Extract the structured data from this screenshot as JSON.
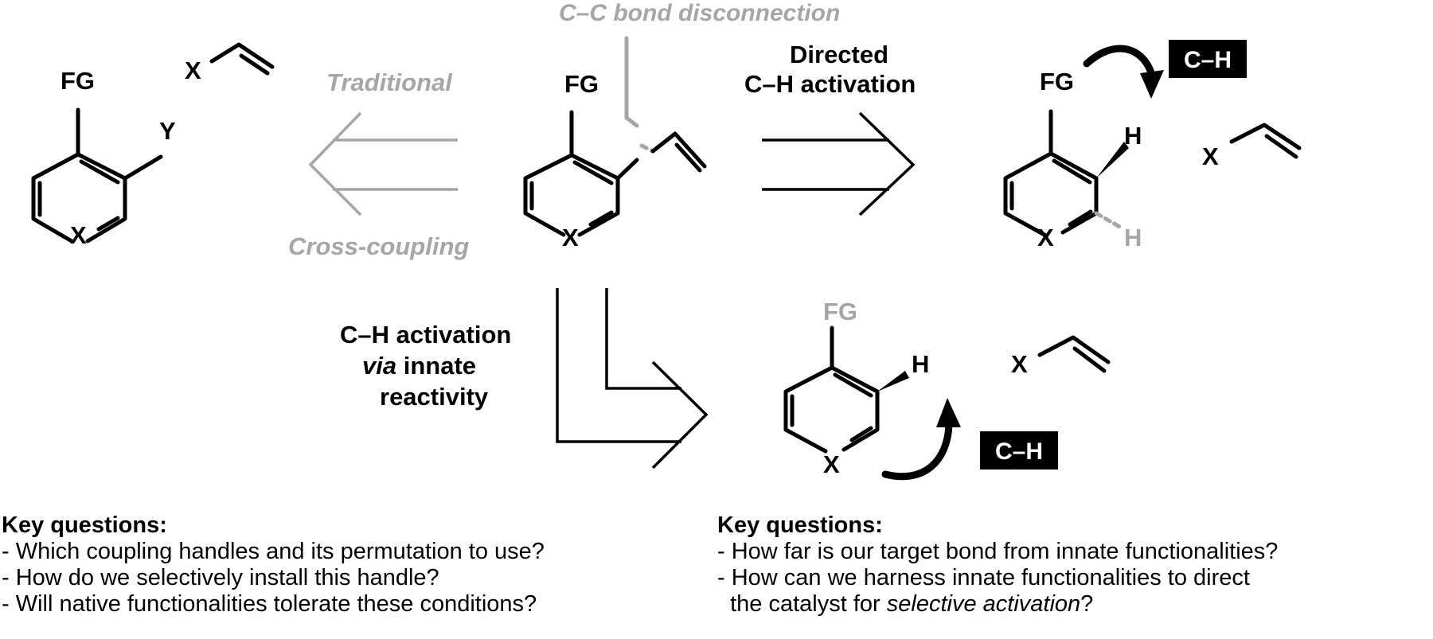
{
  "labels": {
    "disconnection": "C–C bond disconnection",
    "traditional": "Traditional",
    "cross_coupling": "Cross-coupling",
    "directed_1": "Directed",
    "directed_2": "C–H activation",
    "innate_1": "C–H activation",
    "innate_2_italic": "via",
    "innate_2_rest": " innate",
    "innate_3": "reactivity",
    "ch_box": "C–H"
  },
  "atoms": {
    "fg": "FG",
    "x": "X",
    "y": "Y",
    "h": "H"
  },
  "left_questions": {
    "title": "Key questions:",
    "lines": [
      "- Which coupling handles and its permutation to use?",
      "- How do we selectively install this handle?",
      "- Will native functionalities tolerate these conditions?"
    ]
  },
  "right_questions": {
    "title": "Key questions:",
    "line1": "- How far is our target bond from innate functionalities?",
    "line2": "- How can we harness innate functionalities to direct",
    "line3_pre": "  the catalyst for ",
    "line3_italic": "selective activation",
    "line3_post": "?"
  },
  "colors": {
    "primary": "#000000",
    "muted": "#a6a6a6",
    "box_fill": "#000000",
    "box_text": "#ffffff"
  }
}
